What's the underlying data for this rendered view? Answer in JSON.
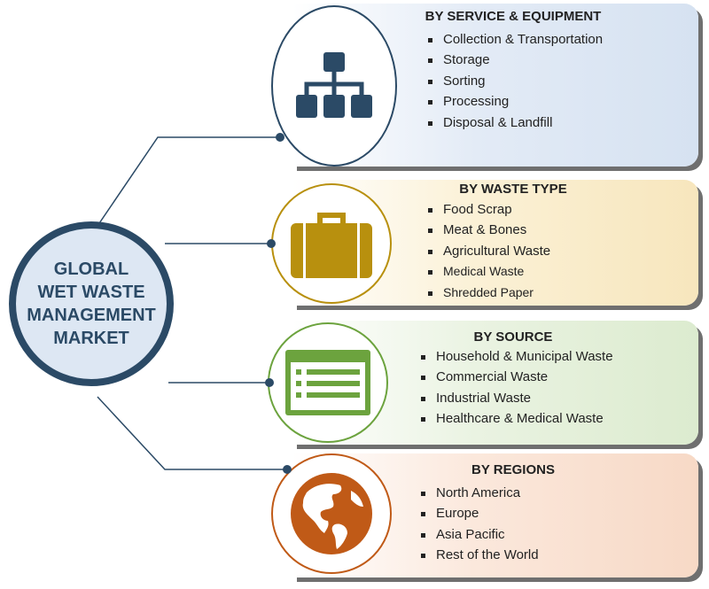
{
  "hub": {
    "line1": "GLOBAL",
    "line2": "WET WASTE",
    "line3": "MANAGEMENT",
    "line4": "MARKET"
  },
  "segments": [
    {
      "title": "BY SERVICE & EQUIPMENT",
      "icon": "hierarchy-icon",
      "accent": "#2b4a66",
      "background": "#e3ebf6",
      "items": [
        "Collection & Transportation",
        "Storage",
        "Sorting",
        "Processing",
        "Disposal & Landfill"
      ]
    },
    {
      "title": "BY WASTE TYPE",
      "icon": "briefcase-icon",
      "accent": "#b8900e",
      "background": "#fbf1d6",
      "items": [
        "Food Scrap",
        "Meat & Bones",
        "Agricultural Waste",
        "Medical Waste",
        "Shredded Paper"
      ]
    },
    {
      "title": "BY SOURCE",
      "icon": "list-document-icon",
      "accent": "#6ca33e",
      "background": "#eaf3e2",
      "items": [
        "Household & Municipal Waste",
        "Commercial Waste",
        "Industrial Waste",
        "Healthcare & Medical Waste"
      ]
    },
    {
      "title": "BY REGIONS",
      "icon": "globe-icon",
      "accent": "#c05a17",
      "background": "#fbe8dc",
      "items": [
        "North America",
        "Europe",
        "Asia Pacific",
        "Rest of the World"
      ]
    }
  ]
}
